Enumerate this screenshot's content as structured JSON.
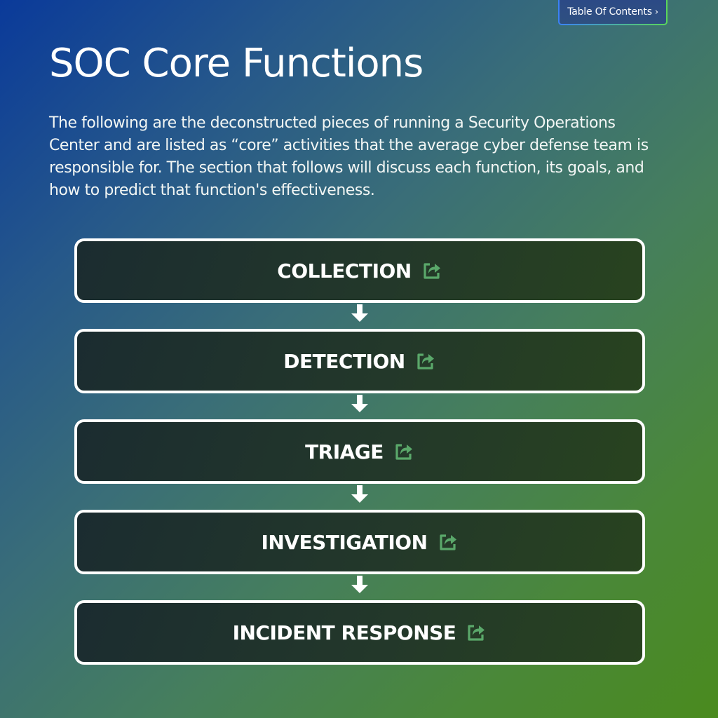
{
  "header": {
    "toc_label": "Table Of Contents",
    "toc_chevron": "›"
  },
  "page": {
    "title": "SOC Core Functions",
    "intro": "The following are the deconstructed pieces of running a Security Operations Center and are listed as “core” activities that the average cyber defense team is responsible for. The section that follows will discuss each function, its goals, and how to predict that function's effectiveness."
  },
  "flow": {
    "steps": [
      {
        "label": "COLLECTION",
        "icon": "external-link-icon"
      },
      {
        "label": "DETECTION",
        "icon": "external-link-icon"
      },
      {
        "label": "TRIAGE",
        "icon": "external-link-icon"
      },
      {
        "label": "INVESTIGATION",
        "icon": "external-link-icon"
      },
      {
        "label": "INCIDENT RESPONSE",
        "icon": "external-link-icon"
      }
    ]
  },
  "colors": {
    "gradient_start": "#0a3a9a",
    "gradient_end": "#4a8a1e",
    "box_border": "#ffffff",
    "box_fill": "#23382a",
    "icon_green": "#5aa86a",
    "toc_border_start": "#3b82f6",
    "toc_border_end": "#5ad65a"
  }
}
